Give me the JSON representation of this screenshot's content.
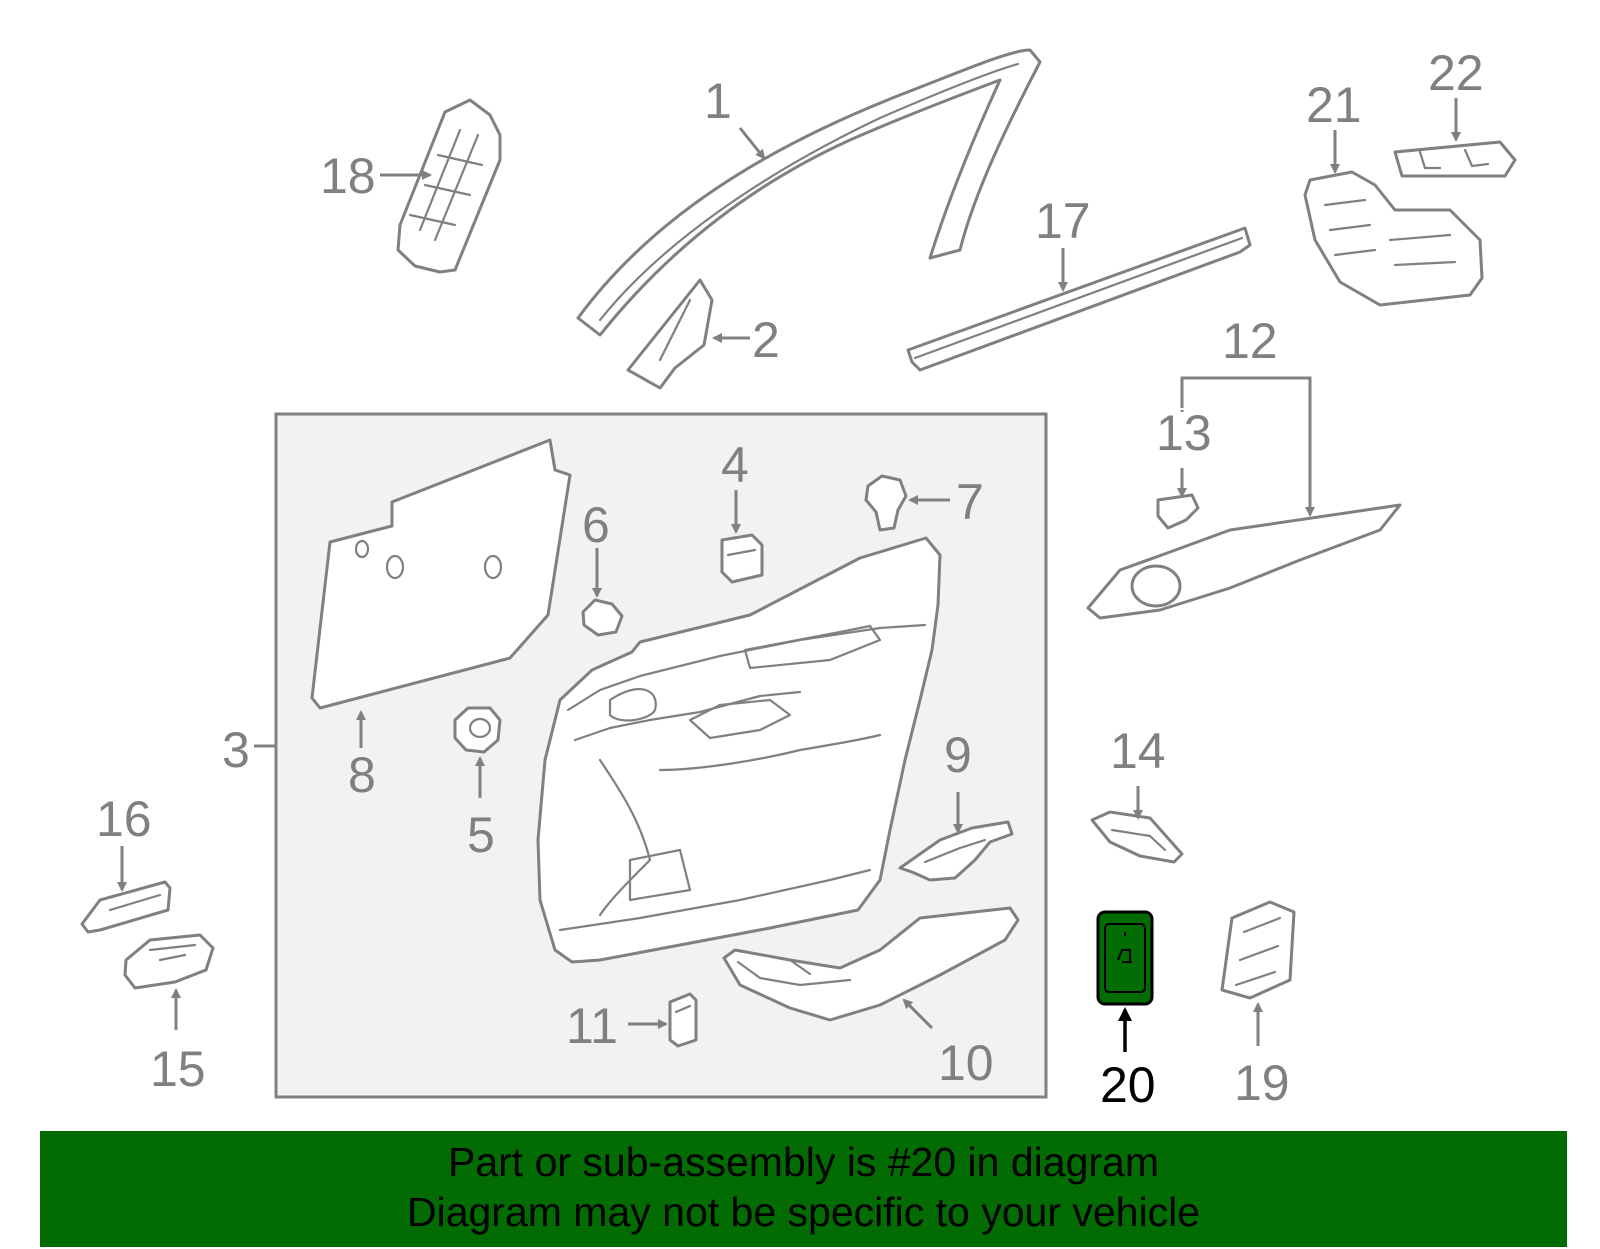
{
  "diagram": {
    "highlight_part": "20",
    "highlight_color": "#026b02",
    "line_color": "#808080",
    "labels": {
      "p1": "1",
      "p2": "2",
      "p3": "3",
      "p4": "4",
      "p5": "5",
      "p6": "6",
      "p7": "7",
      "p8": "8",
      "p9": "9",
      "p10": "10",
      "p11": "11",
      "p12": "12",
      "p13": "13",
      "p14": "14",
      "p15": "15",
      "p16": "16",
      "p17": "17",
      "p18": "18",
      "p19": "19",
      "p20": "20",
      "p21": "21",
      "p22": "22"
    }
  },
  "footer": {
    "line1": "Part or sub-assembly is #20 in diagram",
    "line2": "Diagram may not be specific to your vehicle",
    "background": "#026b02"
  }
}
